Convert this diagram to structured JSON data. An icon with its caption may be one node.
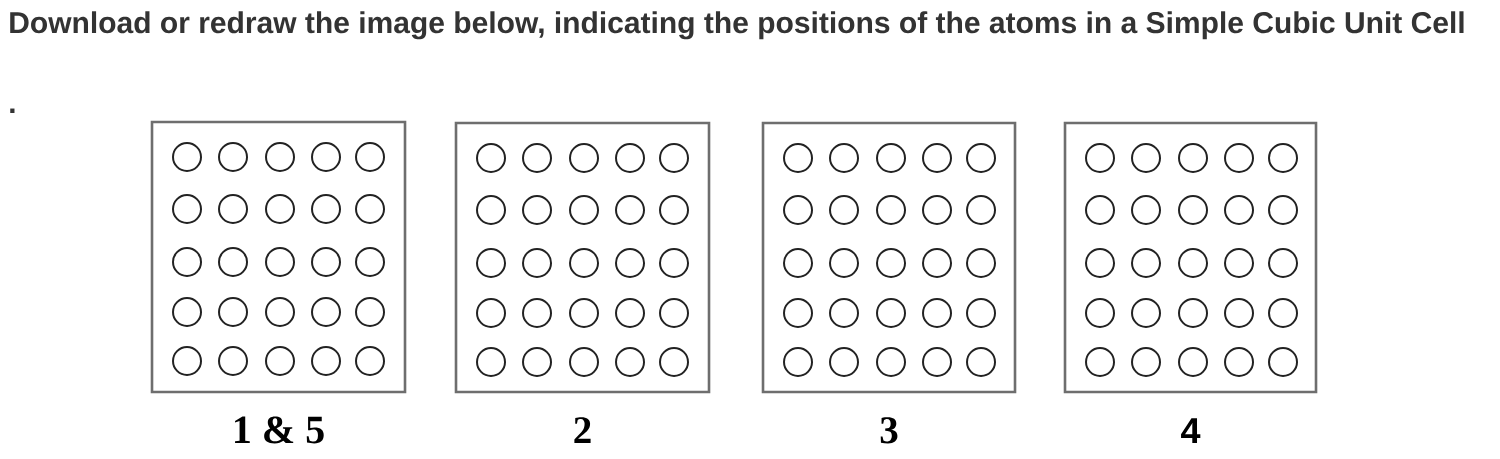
{
  "diagram": {
    "title": "Download or redraw the image below, indicating the positions of the atoms in a Simple Cubic Unit Cell",
    "nodes": [
      {
        "text": [],
        "shape": "box",
        "beside": [
          "1 & 5"
        ]
      },
      {
        "text": [],
        "shape": "box",
        "beside": [
          "2"
        ]
      },
      {
        "text": [],
        "shape": "box",
        "beside": [
          "3"
        ]
      },
      {
        "text": [],
        "shape": "box",
        "beside": [
          "4"
        ]
      }
    ],
    "labels": [
      "."
    ]
  }
}
